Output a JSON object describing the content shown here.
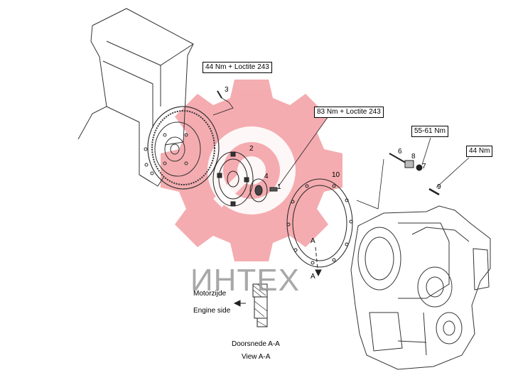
{
  "torque_labels": {
    "t1": "44 Nm + Loctite 243",
    "t2": "83 Nm + Loctite 243",
    "t3": "55-61 Nm",
    "t4": "44 Nm"
  },
  "callouts": [
    "1",
    "2",
    "3",
    "4",
    "6",
    "7",
    "8",
    "9",
    "10"
  ],
  "section_marks": {
    "upper": "A",
    "lower": "A"
  },
  "section_detail": {
    "label_nl": "Motorzijde",
    "label_en": "Engine side"
  },
  "captions": {
    "nl": "Doorsnede  A-A",
    "en": "View  A-A"
  },
  "watermark": {
    "text": "ИНТЕХ",
    "logo_color": "#e8434b"
  }
}
